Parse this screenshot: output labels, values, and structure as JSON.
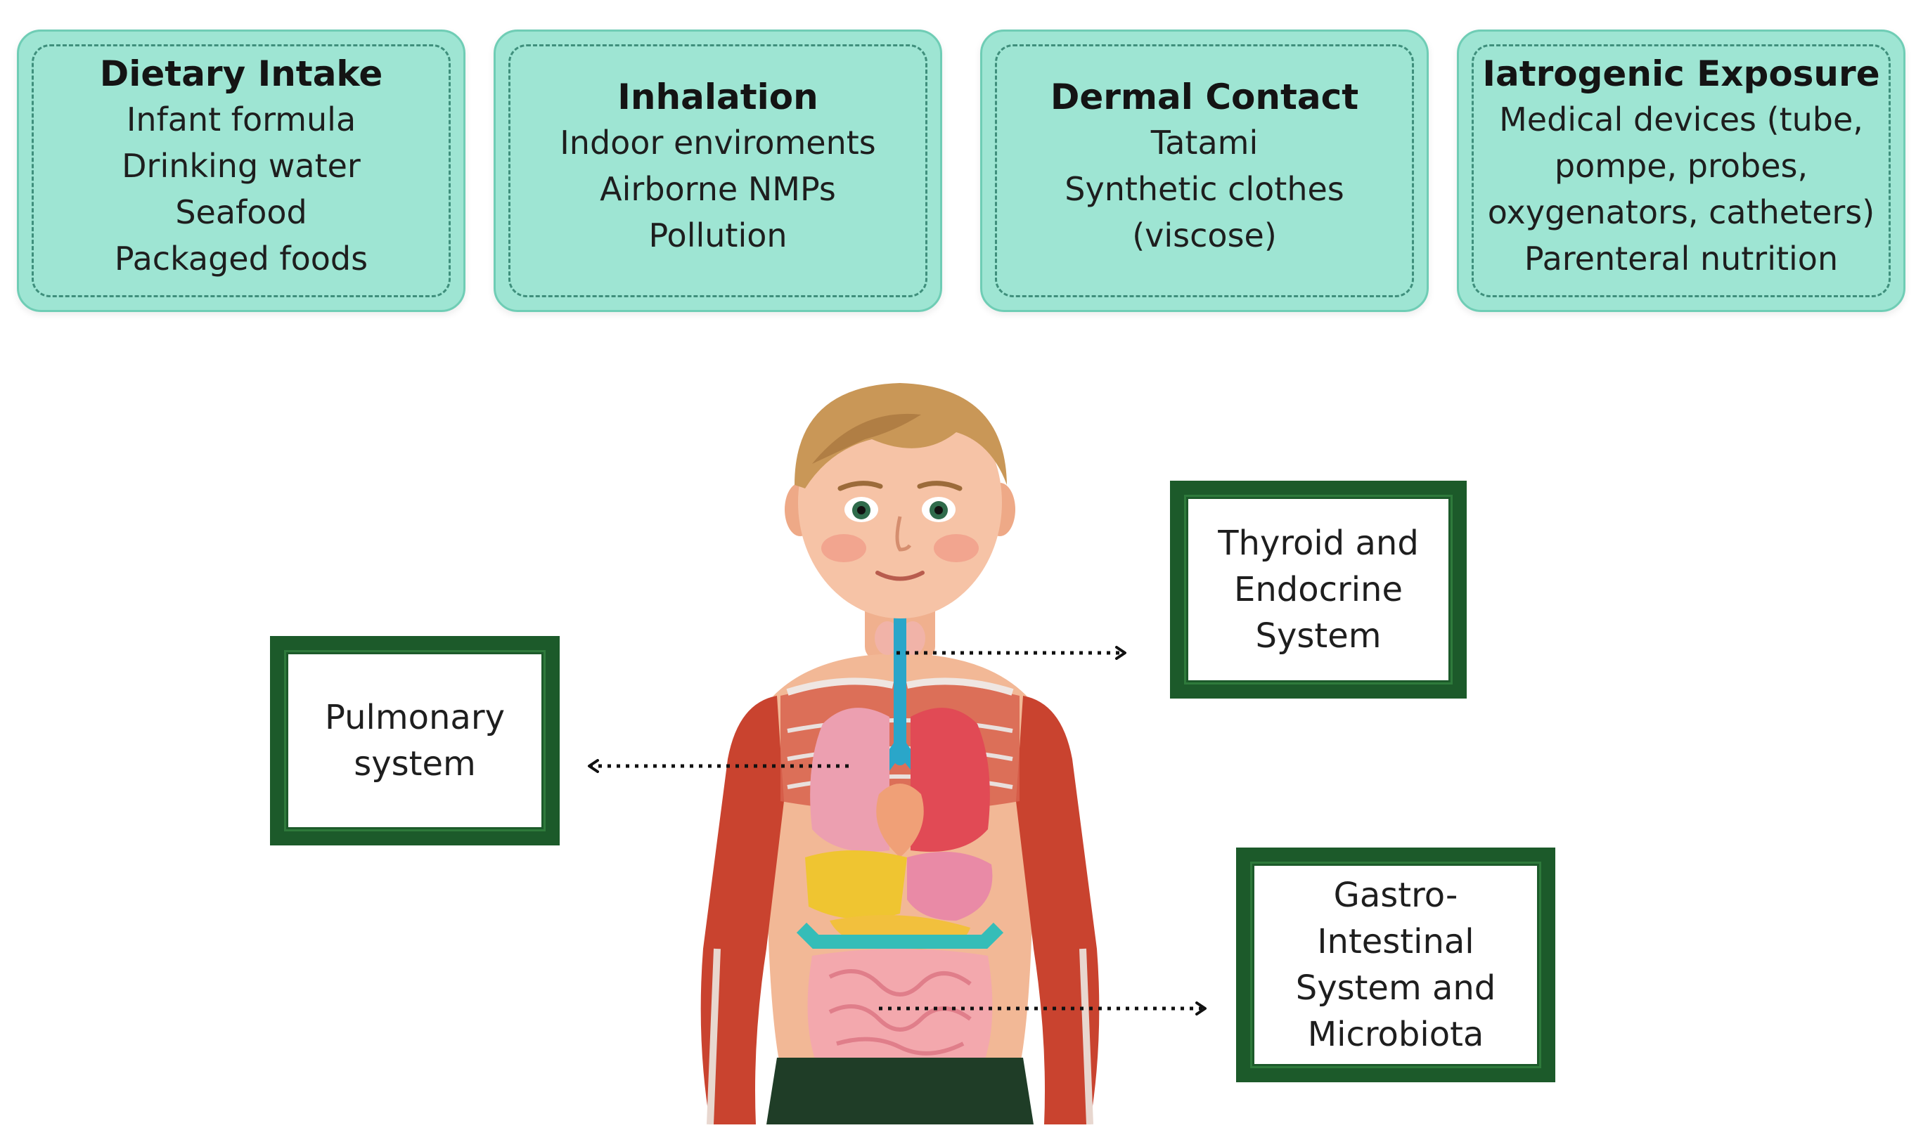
{
  "exposure_routes": [
    {
      "title": "Dietary Intake",
      "items": [
        "Infant formula",
        "Drinking water",
        "Seafood",
        "Packaged foods"
      ]
    },
    {
      "title": "Inhalation",
      "items": [
        "Indoor enviroments",
        "Airborne NMPs",
        "Pollution"
      ]
    },
    {
      "title": "Dermal Contact",
      "items": [
        "Tatami",
        "Synthetic clothes",
        "(viscose)"
      ]
    },
    {
      "title": "Iatrogenic Exposure",
      "items": [
        "Medical devices (tube,",
        "pompe, probes,",
        "oxygenators, catheters)",
        "Parenteral nutrition"
      ]
    }
  ],
  "systems": {
    "pulmonary": "Pulmonary\nsystem",
    "thyroid": "Thyroid and\nEndocrine\nSystem",
    "gastro": "Gastro-\nIntestinal\nSystem and\nMicrobiota"
  },
  "colors": {
    "card_fill": "#9ee5d3",
    "card_dash": "#3f8f7c",
    "box_border": "#1c5a2a",
    "skin": "#f2b896",
    "muscle": "#c9432f",
    "lung": "#ec9fb0",
    "trachea": "#2aa6c9",
    "liver_stomach": "#efc531",
    "intestine": "#f3a8ad",
    "pants": "#1f3d27",
    "hair": "#c99757"
  },
  "icons": [
    "child-anatomy-illustration",
    "dotted-arrow-icon"
  ]
}
